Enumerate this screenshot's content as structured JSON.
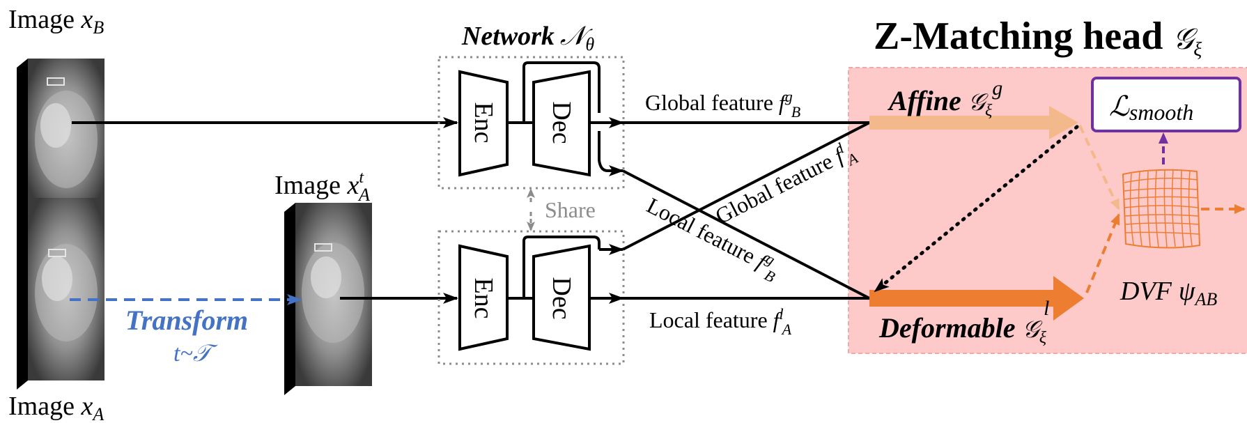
{
  "images": {
    "xb": {
      "prefix": "Image ",
      "var": "x",
      "sub": "B"
    },
    "xa": {
      "prefix": "Image ",
      "var": "x",
      "sub": "A"
    },
    "xta": {
      "prefix": "Image ",
      "var": "x",
      "sup": "t",
      "sub": "A"
    }
  },
  "transform": {
    "label": "Transform",
    "formula": "t~𝒯"
  },
  "network": {
    "title": "Network",
    "symbol": "𝒩",
    "symbol_sub": "θ",
    "enc_label": "Enc",
    "dec_label": "Dec",
    "share_label": "Share"
  },
  "features": {
    "global_b": {
      "text": "Global feature ",
      "f": "f",
      "sup": "g",
      "sub": "B"
    },
    "local_a": {
      "text": "Local feature ",
      "f": "f",
      "sup": "l",
      "sub": "A"
    },
    "global_a": {
      "text": "Global feature ",
      "f": "f",
      "sup": "l",
      "sub": "A"
    },
    "local_b": {
      "text": "Local feature ",
      "f": "f",
      "sup": "g",
      "sub": "B"
    }
  },
  "head": {
    "title": "Z-Matching head",
    "symbol": "𝒢",
    "symbol_sub": "ξ",
    "affine": {
      "label": "Affine",
      "symbol": "𝒢",
      "sub": "ξ",
      "sup": "g"
    },
    "deformable": {
      "label": "Deformable",
      "symbol": "𝒢",
      "sub": "ξ",
      "sup": "l"
    },
    "loss": {
      "symbol": "ℒ",
      "sub": "smooth"
    },
    "dvf": {
      "label": "DVF",
      "symbol": "ψ",
      "sub": "AB"
    }
  },
  "colors": {
    "head_bg": "#fdc9c9",
    "affine_arrow": "#f4b98a",
    "deform_arrow": "#ed7d31",
    "loss_border": "#7030a0",
    "transform_blue": "#4472c4",
    "share_gray": "#8c8c8c"
  }
}
